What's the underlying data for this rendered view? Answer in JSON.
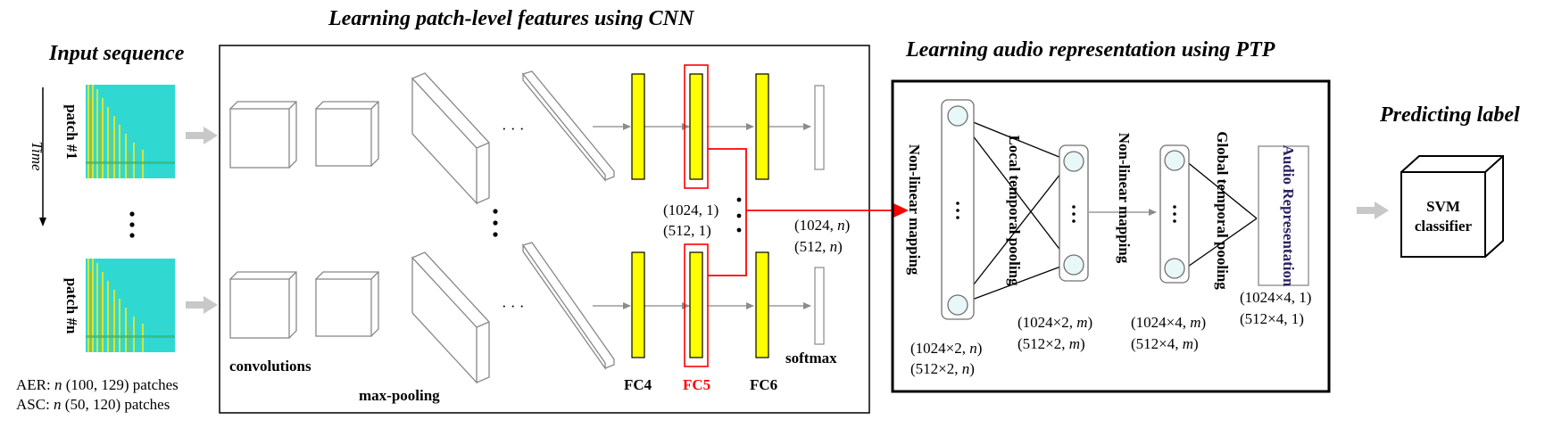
{
  "titles": {
    "input": "Input sequence",
    "cnn": "Learning patch-level features using CNN",
    "ptp": "Learning audio representation using PTP",
    "predict": "Predicting label"
  },
  "input": {
    "time_label": "Time",
    "patch_first": "patch #1",
    "patch_last": "patch #n",
    "note_aer_prefix": "AER: ",
    "note_aer_n": "n",
    "note_aer_rest": " (100, 129) patches",
    "note_asc_prefix": "ASC: ",
    "note_asc_n": "n",
    "note_asc_rest": " (50, 120) patches",
    "colors": {
      "spectrogram_main": "#2fd9d2",
      "spectrogram_high": "#d7e43a",
      "spectrogram_dark": "#c8b400"
    }
  },
  "cnn": {
    "labels": {
      "convolutions": "convolutions",
      "max_pooling": "max-pooling",
      "fc4": "FC4",
      "fc5": "FC5",
      "fc6": "FC6",
      "softmax": "softmax"
    },
    "dims_left_a": "(1024, 1)",
    "dims_left_b": "(512, 1)",
    "dims_right_a_prefix": "(1024, ",
    "dims_right_a_var": "n",
    "dims_right_a_suffix": ")",
    "dims_right_b_prefix": "(512, ",
    "dims_right_b_var": "n",
    "dims_right_b_suffix": ")",
    "colors": {
      "fc_fill": "#ffff00",
      "highlight": "#ff0000"
    }
  },
  "ptp": {
    "nonlinear_1": "Non-linear mapping",
    "local_pooling": "Local temporal pooling",
    "nonlinear_2": "Non-linear mapping",
    "global_pooling": "Global temporal pooling",
    "audio_rep": "Audio Representation",
    "dims_1a_prefix": "(1024×2, ",
    "dims_1a_var": "n",
    "dims_1b_prefix": "(512×2, ",
    "dims_1b_var": "n",
    "dims_2a_prefix": "(1024×2, ",
    "dims_2a_var": "m",
    "dims_2b_prefix": "(512×2, ",
    "dims_2b_var": "m",
    "dims_3a_prefix": "(1024×4, ",
    "dims_3a_var": "m",
    "dims_3b_prefix": "(512×4, ",
    "dims_3b_var": "m",
    "dims_rep_a": "(1024×4, 1)",
    "dims_rep_b": "(512×4, 1)",
    "close": ")",
    "colors": {
      "node_fill": "#e8f7f8",
      "node_stroke": "#707070",
      "audio_text": "#2b2060"
    }
  },
  "svm": {
    "line1": "SVM",
    "line2": "classifier"
  }
}
